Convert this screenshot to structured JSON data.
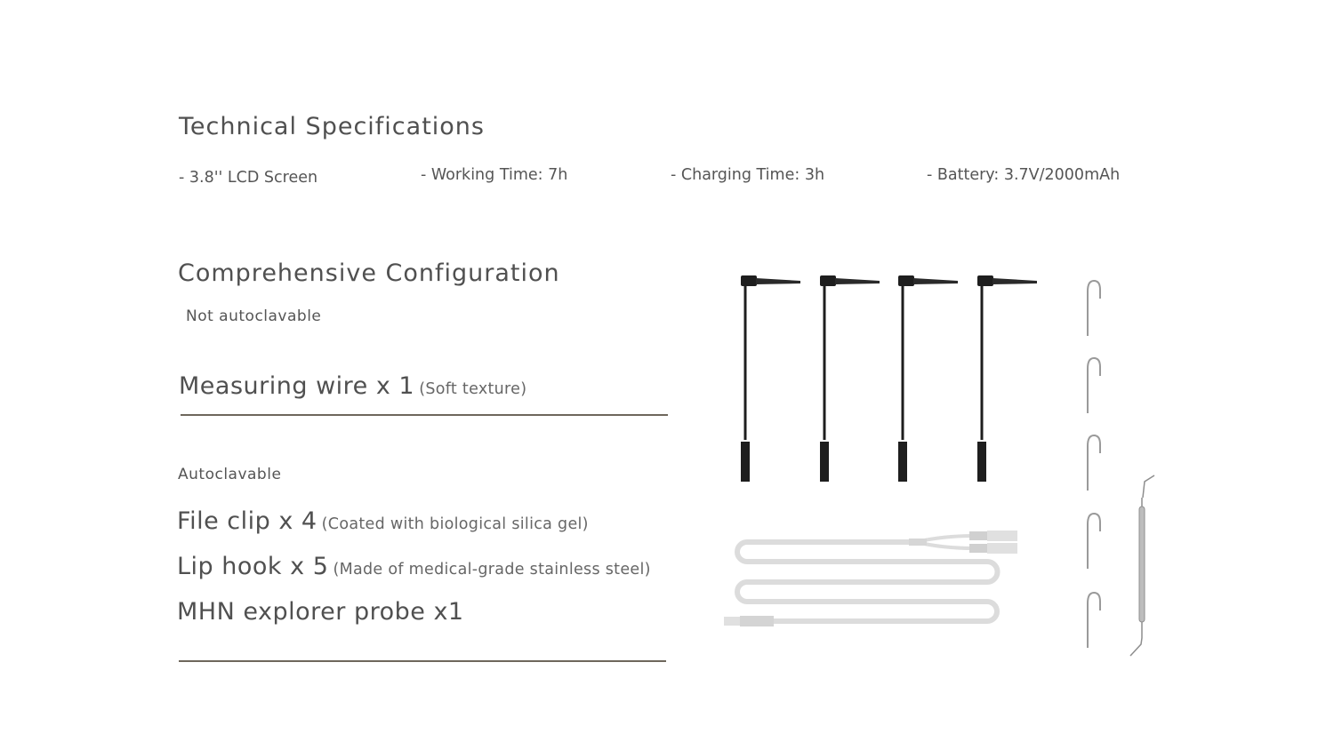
{
  "technical_specifications": {
    "title": "Technical Specifications",
    "specs": [
      "- 3.8''  LCD Screen",
      "- Working Time: 7h",
      "- Charging Time: 3h",
      "- Battery: 3.7V/2000mAh"
    ]
  },
  "configuration": {
    "title": "Comprehensive Configuration",
    "not_autoclavable_label": "Not autoclavable",
    "measuring_wire": {
      "name": "Measuring wire x 1",
      "note": "(Soft texture)"
    },
    "autoclavable_label": "Autoclavable",
    "items": [
      {
        "name": "File clip x 4",
        "note": "(Coated with biological silica gel)"
      },
      {
        "name": "Lip hook x 5",
        "note": "(Made of medical-grade stainless steel)"
      },
      {
        "name": "MHN explorer probe x1",
        "note": ""
      }
    ]
  },
  "colors": {
    "text": "#555555",
    "rule": "#6e675c",
    "clip": "#1e1e1e",
    "wire": "#d9d9d9",
    "steel": "#9a9a9a"
  }
}
